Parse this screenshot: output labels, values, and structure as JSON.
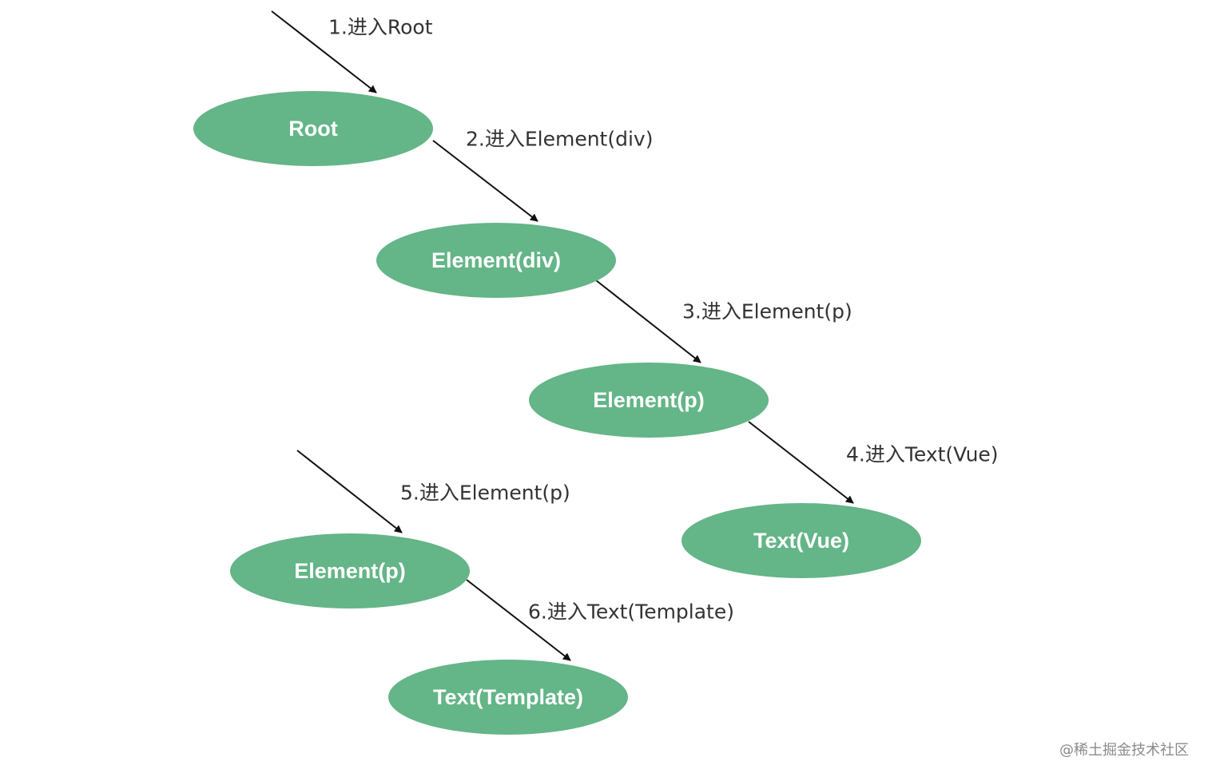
{
  "diagram": {
    "nodes": [
      {
        "id": "root",
        "label": "Root"
      },
      {
        "id": "element-div",
        "label": "Element(div)"
      },
      {
        "id": "element-p-1",
        "label": "Element(p)"
      },
      {
        "id": "text-vue",
        "label": "Text(Vue)"
      },
      {
        "id": "element-p-2",
        "label": "Element(p)"
      },
      {
        "id": "text-template",
        "label": "Text(Template)"
      }
    ],
    "edges": [
      {
        "label": "1.进入Root",
        "target": "root"
      },
      {
        "label": "2.进入Element(div)",
        "source": "root",
        "target": "element-div"
      },
      {
        "label": "3.进入Element(p)",
        "source": "element-div",
        "target": "element-p-1"
      },
      {
        "label": "4.进入Text(Vue)",
        "source": "element-p-1",
        "target": "text-vue"
      },
      {
        "label": "5.进入Element(p)",
        "target": "element-p-2"
      },
      {
        "label": "6.进入Text(Template)",
        "source": "element-p-2",
        "target": "text-template"
      }
    ],
    "colors": {
      "node_fill": "#64b587",
      "node_text": "#ffffff",
      "edge": "#111111",
      "edge_label": "#333333"
    }
  },
  "watermark": "@稀土掘金技术社区"
}
